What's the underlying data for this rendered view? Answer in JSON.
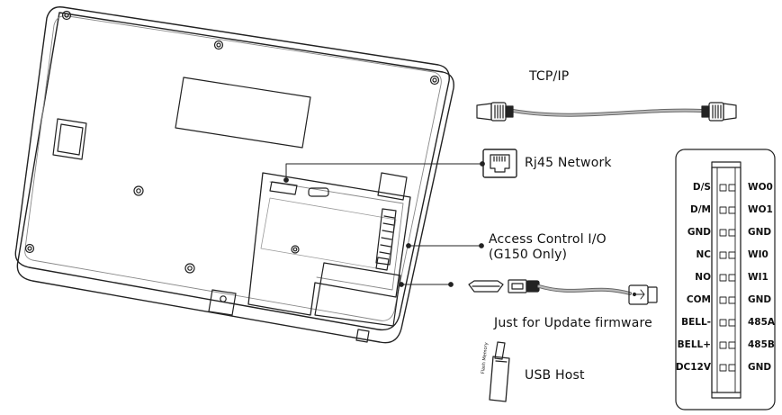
{
  "labels": {
    "tcpip": "TCP/IP",
    "rj45": "Rj45 Network",
    "access_control_line1": "Access Control I/O",
    "access_control_line2": "(G150 Only)",
    "update_firmware": "Just for Update firmware",
    "usb_host": "USB Host",
    "flash_memory": "Flash Memory"
  },
  "terminal": {
    "left_pins": [
      "D/S",
      "D/M",
      "GND",
      "NC",
      "NO",
      "COM",
      "BELL-",
      "BELL+",
      "DC12V"
    ],
    "right_pins": [
      "WO0",
      "WO1",
      "GND",
      "WI0",
      "WI1",
      "GND",
      "485A",
      "485B",
      "GND"
    ]
  },
  "icons": [
    "rj45-port-icon",
    "rj45-plug-icon",
    "usb-plug-icon",
    "usb-symbol-icon",
    "flash-drive-icon"
  ]
}
